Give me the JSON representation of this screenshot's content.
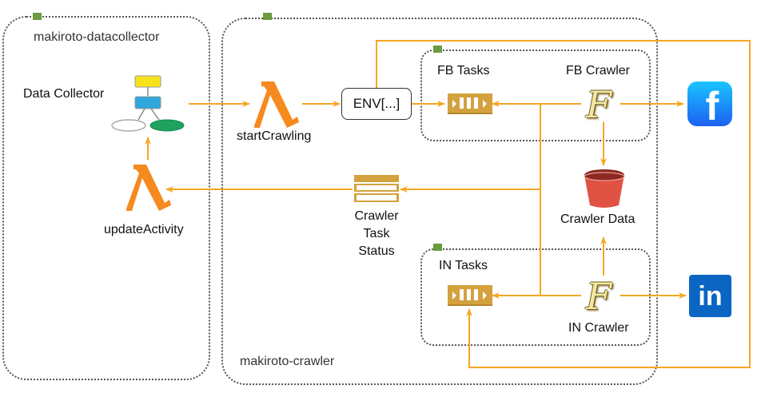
{
  "groups": {
    "datacollector": {
      "label": "makiroto-datacollector"
    },
    "crawler": {
      "label": "makiroto-crawler"
    },
    "fb_group": {},
    "in_group": {}
  },
  "nodes": {
    "data_collector": {
      "label": "Data Collector",
      "icon": "step-functions-workflow-icon"
    },
    "start_crawling": {
      "label": "startCrawling",
      "icon": "lambda-icon"
    },
    "update_activity": {
      "label": "updateActivity",
      "icon": "lambda-icon"
    },
    "env": {
      "label": "ENV[...]"
    },
    "fb_tasks": {
      "label": "FB Tasks",
      "icon": "sqs-queue-icon"
    },
    "fb_crawler": {
      "label": "FB Crawler",
      "icon": "fargate-icon"
    },
    "crawler_data": {
      "label": "Crawler Data",
      "icon": "s3-bucket-icon"
    },
    "crawler_task_status": {
      "label_lines": [
        "Crawler",
        "Task",
        "Status"
      ],
      "icon": "dynamodb-table-icon"
    },
    "in_tasks": {
      "label": "IN Tasks",
      "icon": "sqs-queue-icon"
    },
    "in_crawler": {
      "label": "IN Crawler",
      "icon": "fargate-icon"
    },
    "facebook": {
      "icon": "facebook-icon",
      "glyph": "f"
    },
    "linkedin": {
      "icon": "linkedin-icon",
      "glyph": "in"
    }
  },
  "colors": {
    "arrow": "#f5a623",
    "lambda": "#f58a1f",
    "queue": "#d3a13d",
    "bucket": "#e05243",
    "facebook": "#1877f2",
    "linkedin": "#0a66c2",
    "group_tag": "#6a9b3c"
  }
}
